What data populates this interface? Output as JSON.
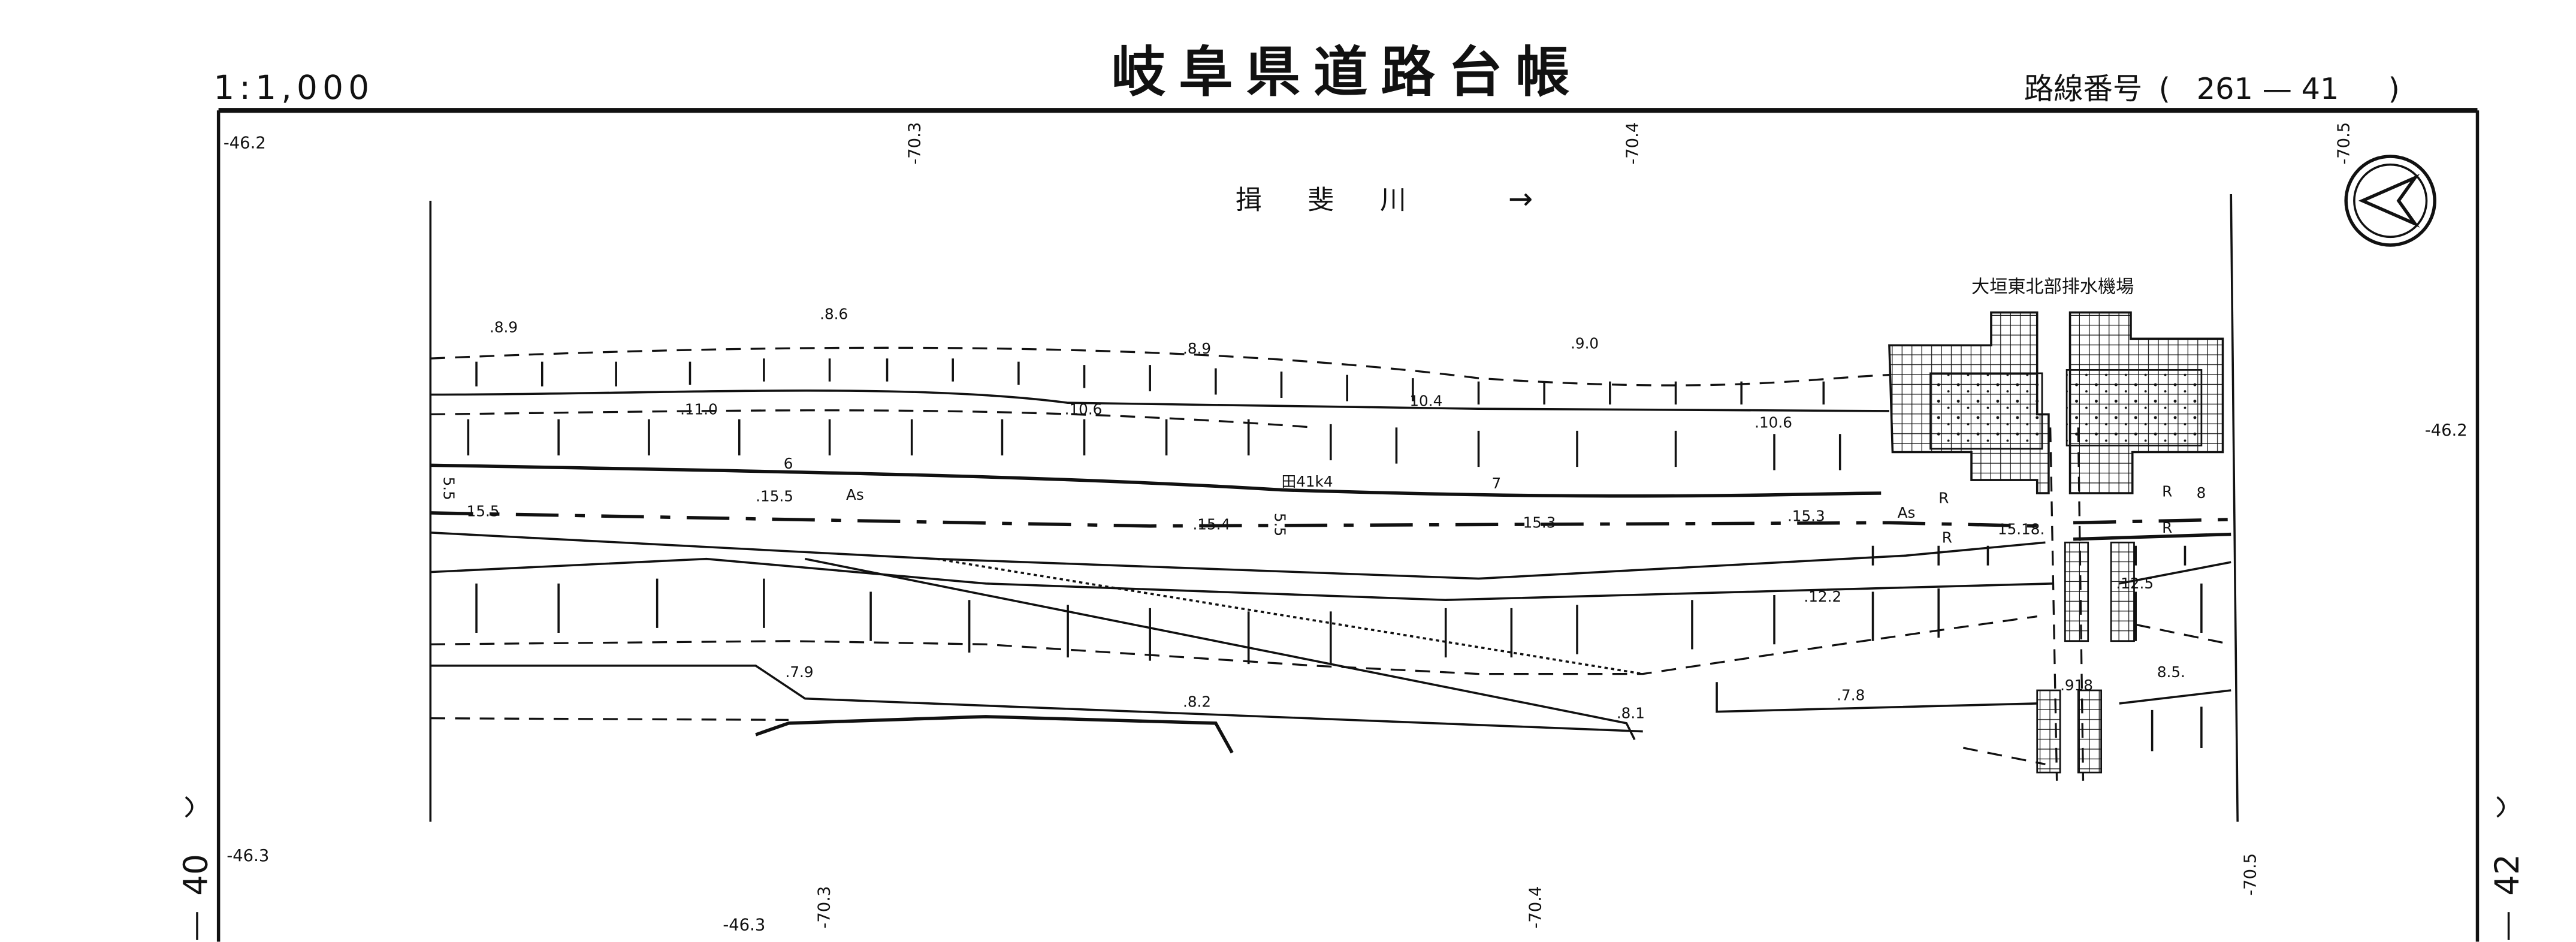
{
  "header": {
    "scale": "1:1,000",
    "title": "岐阜県道路台帳",
    "route_label": "路線番号",
    "route_open": "(",
    "route_number": "261 — 41",
    "route_close": ")"
  },
  "grid_labels": {
    "top_left": "-46.2",
    "top_a": "-70.3",
    "top_b": "-70.4",
    "top_c": "-70.5",
    "right": "-46.2",
    "bottom_left": "-46.3",
    "bottom_left2": "-46.3",
    "bottom_a": "-70.3",
    "bottom_b": "-70.4",
    "bottom_c": "-70.5"
  },
  "sheet_refs": {
    "left": "40",
    "right": "42"
  },
  "map": {
    "river": "揖　斐　川",
    "river_arrow": "→",
    "facility": "大垣東北部排水機場",
    "stations": [
      "6",
      "7",
      "8"
    ],
    "kilo_post": "田41k4",
    "surface_1": "As",
    "surface_2": "As",
    "r_marks": [
      "R",
      "R",
      "R",
      "R"
    ],
    "widths": [
      "5.5",
      "5.5"
    ],
    "elevations": [
      ".8.9",
      ".8.6",
      ".8.9",
      ".9.0",
      ".11.0",
      ".10.6",
      "10.4",
      ".10.6",
      "15.5",
      ".15.5",
      ".15.4",
      "15.3",
      ".15.3",
      "15.18.",
      ".12.2",
      ".12.5",
      ".7.9",
      ".8.2",
      ".8.1",
      ".7.8",
      ".918",
      "8.5."
    ]
  }
}
